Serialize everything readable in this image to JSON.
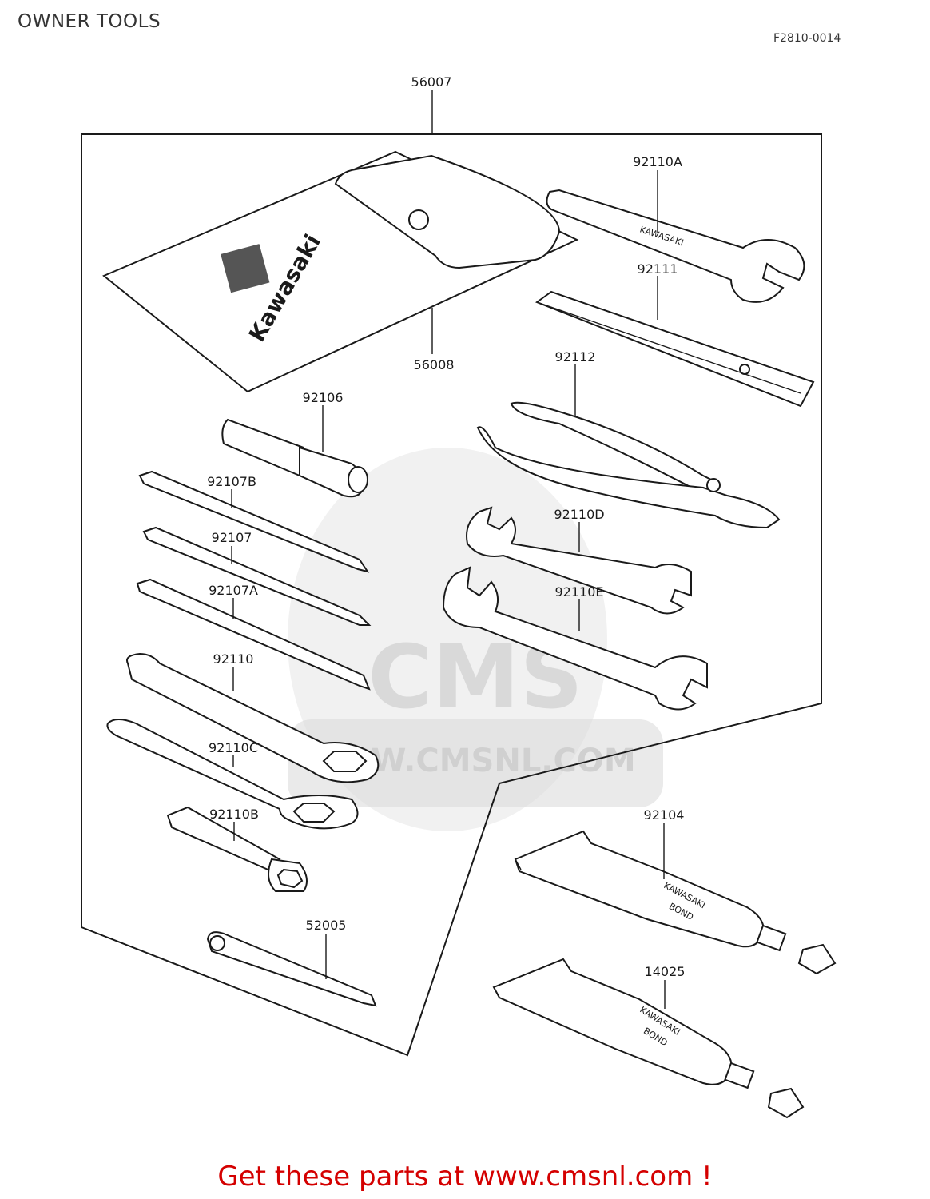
{
  "header": {
    "title": "OWNER TOOLS",
    "code": "F2810-0014"
  },
  "parts": [
    {
      "id": "56007"
    },
    {
      "id": "92110A"
    },
    {
      "id": "92111"
    },
    {
      "id": "56008"
    },
    {
      "id": "92112"
    },
    {
      "id": "92106"
    },
    {
      "id": "92107B"
    },
    {
      "id": "92110D"
    },
    {
      "id": "92107"
    },
    {
      "id": "92110E"
    },
    {
      "id": "92107A"
    },
    {
      "id": "92110"
    },
    {
      "id": "92110C"
    },
    {
      "id": "92110B"
    },
    {
      "id": "92104"
    },
    {
      "id": "52005"
    },
    {
      "id": "14025"
    }
  ],
  "pouch": {
    "brand": "Kawasaki"
  },
  "tubes": {
    "line1": "KAWASAKI",
    "line2": "BOND"
  },
  "watermark": {
    "main": "CMS",
    "url": "W.CMSNL.COM"
  },
  "footer": {
    "text": "Get these parts at www.cmsnl.com !"
  },
  "colors": {
    "footer": "#d40000",
    "line": "#1a1a1a",
    "watermark": "#d8d8d8"
  }
}
